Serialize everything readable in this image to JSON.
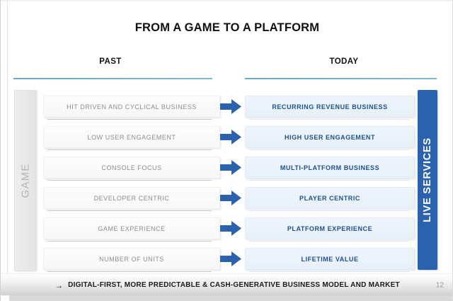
{
  "slide": {
    "title": "FROM A GAME TO A PLATFORM",
    "page_number": "12",
    "accent_blue": "#2b62ad",
    "rule_color": "#6ca9c4",
    "past_text_color": "#8c8c8c",
    "today_text_color": "#1f4f93"
  },
  "columns": {
    "past_header": "PAST",
    "today_header": "TODAY"
  },
  "left_bar": {
    "label": "GAME"
  },
  "right_bar": {
    "label": "LIVE SERVICES"
  },
  "rows": [
    {
      "past": "HIT DRIVEN AND CYCLICAL BUSINESS",
      "today": "RECURRING REVENUE BUSINESS",
      "arrow": "right-arrow-icon"
    },
    {
      "past": "LOW USER ENGAGEMENT",
      "today": "HIGH USER ENGAGEMENT",
      "arrow": "right-arrow-icon"
    },
    {
      "past": "CONSOLE FOCUS",
      "today": "MULTI-PLATFORM BUSINESS",
      "arrow": "right-arrow-icon"
    },
    {
      "past": "DEVELOPER CENTRIC",
      "today": "PLAYER CENTRIC",
      "arrow": "right-arrow-icon"
    },
    {
      "past": "GAME EXPERIENCE",
      "today": "PLATFORM EXPERIENCE",
      "arrow": "right-arrow-icon"
    },
    {
      "past": "NUMBER OF UNITS",
      "today": "LIFETIME VALUE",
      "arrow": "right-arrow-icon"
    }
  ],
  "footer": {
    "arrow_glyph": "→",
    "text": "DIGITAL-FIRST, MORE PREDICTABLE & CASH-GENERATIVE BUSINESS MODEL AND MARKET"
  }
}
